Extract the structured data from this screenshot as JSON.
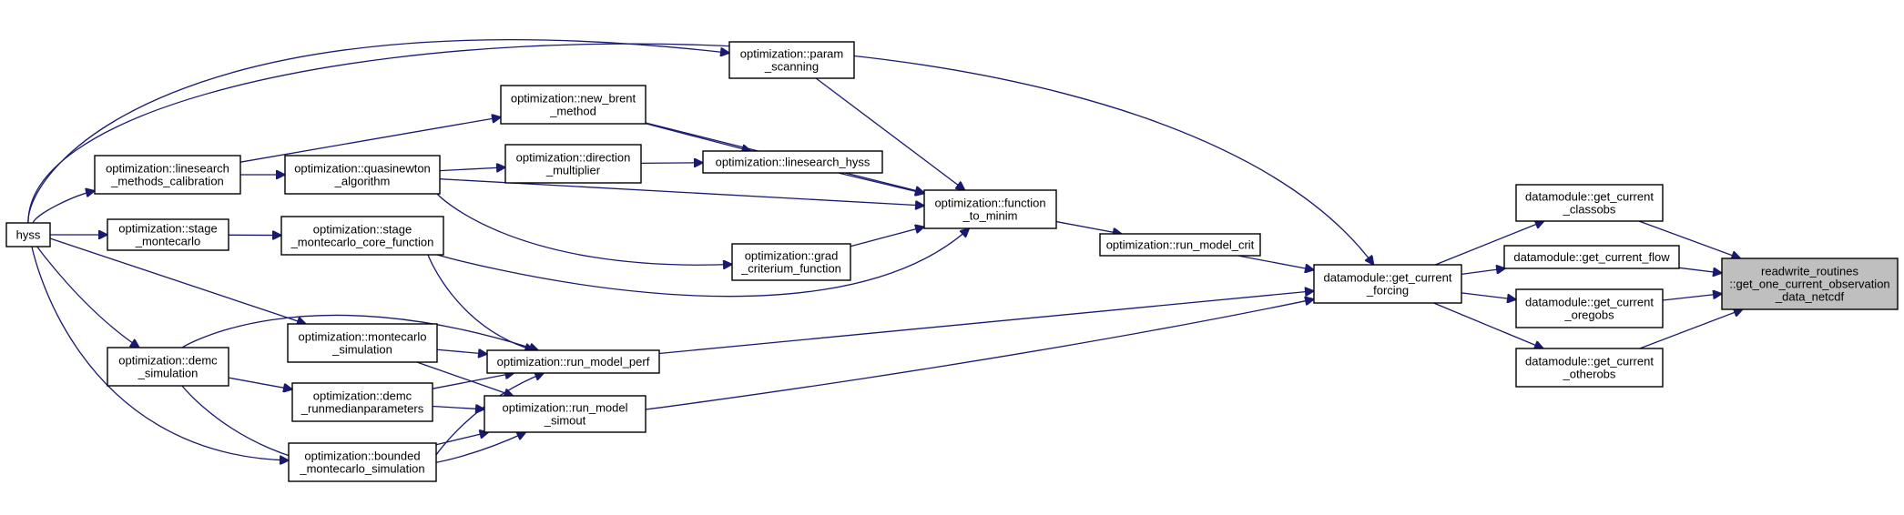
{
  "graph": {
    "nodes": {
      "hyss": [
        "hyss"
      ],
      "linesearch_methods_calibration": [
        "optimization::linesearch",
        "_methods_calibration"
      ],
      "stage_montecarlo": [
        "optimization::stage",
        "_montecarlo"
      ],
      "demc_simulation": [
        "optimization::demc",
        "_simulation"
      ],
      "quasinewton_algorithm": [
        "optimization::quasinewton",
        "_algorithm"
      ],
      "stage_montecarlo_core_function": [
        "optimization::stage",
        "_montecarlo_core_function"
      ],
      "montecarlo_simulation": [
        "optimization::montecarlo",
        "_simulation"
      ],
      "demc_runmedianparameters": [
        "optimization::demc",
        "_runmedianparameters"
      ],
      "bounded_montecarlo_simulation": [
        "optimization::bounded",
        "_montecarlo_simulation"
      ],
      "new_brent_method": [
        "optimization::new_brent",
        "_method"
      ],
      "direction_multiplier": [
        "optimization::direction",
        "_multiplier"
      ],
      "param_scanning": [
        "optimization::param",
        "_scanning"
      ],
      "linesearch_hyss": [
        "optimization::linesearch_hyss"
      ],
      "grad_criterium_function": [
        "optimization::grad",
        "_criterium_function"
      ],
      "run_model_perf": [
        "optimization::run_model_perf"
      ],
      "run_model_simout": [
        "optimization::run_model",
        "_simout"
      ],
      "function_to_minim": [
        "optimization::function",
        "_to_minim"
      ],
      "run_model_crit": [
        "optimization::run_model_crit"
      ],
      "get_current_forcing": [
        "datamodule::get_current",
        "_forcing"
      ],
      "get_current_classobs": [
        "datamodule::get_current",
        "_classobs"
      ],
      "get_current_flow": [
        "datamodule::get_current_flow"
      ],
      "get_current_oregobs": [
        "datamodule::get_current",
        "_oregobs"
      ],
      "get_current_otherobs": [
        "datamodule::get_current",
        "_otherobs"
      ],
      "get_one_current_observation_data_netcdf": [
        "readwrite_routines",
        "::get_one_current_observation",
        "_data_netcdf"
      ]
    },
    "root": "get_one_current_observation_data_netcdf",
    "edges": [
      [
        "get_current_classobs",
        "get_one_current_observation_data_netcdf"
      ],
      [
        "get_current_flow",
        "get_one_current_observation_data_netcdf"
      ],
      [
        "get_current_oregobs",
        "get_one_current_observation_data_netcdf"
      ],
      [
        "get_current_otherobs",
        "get_one_current_observation_data_netcdf"
      ],
      [
        "get_current_forcing",
        "get_current_classobs"
      ],
      [
        "get_current_forcing",
        "get_current_flow"
      ],
      [
        "get_current_forcing",
        "get_current_oregobs"
      ],
      [
        "get_current_forcing",
        "get_current_otherobs"
      ],
      [
        "hyss",
        "get_current_forcing"
      ],
      [
        "run_model_crit",
        "get_current_forcing"
      ],
      [
        "run_model_perf",
        "get_current_forcing"
      ],
      [
        "run_model_simout",
        "get_current_forcing"
      ],
      [
        "function_to_minim",
        "run_model_crit"
      ],
      [
        "param_scanning",
        "function_to_minim"
      ],
      [
        "new_brent_method",
        "function_to_minim"
      ],
      [
        "linesearch_hyss",
        "function_to_minim"
      ],
      [
        "quasinewton_algorithm",
        "function_to_minim"
      ],
      [
        "grad_criterium_function",
        "function_to_minim"
      ],
      [
        "stage_montecarlo_core_function",
        "function_to_minim"
      ],
      [
        "hyss",
        "param_scanning"
      ],
      [
        "linesearch_methods_calibration",
        "new_brent_method"
      ],
      [
        "new_brent_method",
        "linesearch_hyss"
      ],
      [
        "direction_multiplier",
        "linesearch_hyss"
      ],
      [
        "quasinewton_algorithm",
        "direction_multiplier"
      ],
      [
        "quasinewton_algorithm",
        "grad_criterium_function"
      ],
      [
        "linesearch_methods_calibration",
        "quasinewton_algorithm"
      ],
      [
        "hyss",
        "linesearch_methods_calibration"
      ],
      [
        "hyss",
        "stage_montecarlo"
      ],
      [
        "stage_montecarlo",
        "stage_montecarlo_core_function"
      ],
      [
        "stage_montecarlo_core_function",
        "run_model_perf"
      ],
      [
        "hyss",
        "montecarlo_simulation"
      ],
      [
        "montecarlo_simulation",
        "run_model_perf"
      ],
      [
        "montecarlo_simulation",
        "run_model_simout"
      ],
      [
        "demc_simulation",
        "run_model_perf"
      ],
      [
        "demc_simulation",
        "demc_runmedianparameters"
      ],
      [
        "demc_simulation",
        "run_model_simout"
      ],
      [
        "demc_runmedianparameters",
        "run_model_perf"
      ],
      [
        "demc_runmedianparameters",
        "run_model_simout"
      ],
      [
        "bounded_montecarlo_simulation",
        "run_model_perf"
      ],
      [
        "bounded_montecarlo_simulation",
        "run_model_simout"
      ],
      [
        "hyss",
        "demc_simulation"
      ],
      [
        "hyss",
        "bounded_montecarlo_simulation"
      ]
    ]
  },
  "colors": {
    "edge": "#191970",
    "node_border": "#000000",
    "root_fill": "#bfbfbf",
    "node_fill": "#ffffff"
  }
}
